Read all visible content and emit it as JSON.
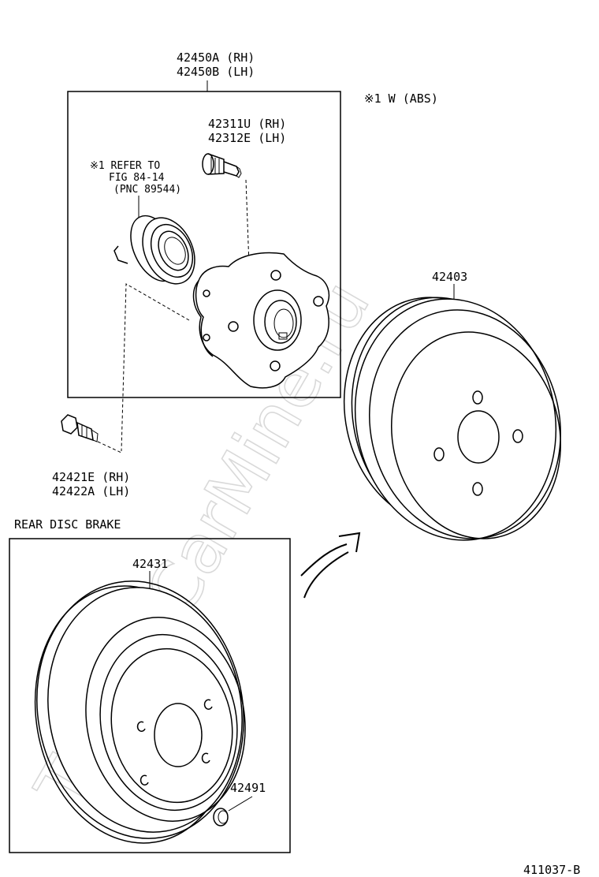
{
  "watermark": "ToyotaCarMine.ru",
  "hub_assembly": {
    "part_rh": "42450A (RH)",
    "part_lh": "42450B (LH)"
  },
  "abs_note": "※1 W (ABS)",
  "hub_bolt": {
    "part_rh": "42311U (RH)",
    "part_lh": "42312E (LH)"
  },
  "sensor_ref": {
    "line1": "※1 REFER TO",
    "line2": "FIG 84-14",
    "line3": "(PNC 89544)"
  },
  "brake_drum": {
    "part": "42403"
  },
  "mount_bolt": {
    "part_rh": "42421E (RH)",
    "part_lh": "42422A (LH)"
  },
  "disc_section": {
    "title": "REAR DISC BRAKE"
  },
  "disc_rotor": {
    "part": "42431"
  },
  "plug": {
    "part": "42491"
  },
  "figure_id": "411037-B"
}
